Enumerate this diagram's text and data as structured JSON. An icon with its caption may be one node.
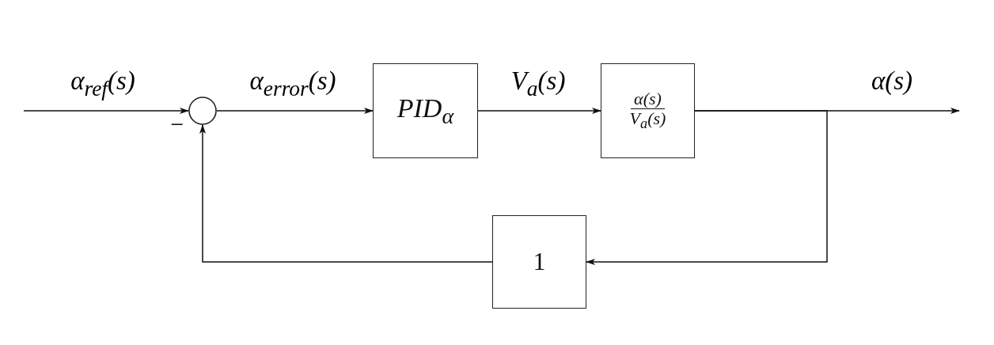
{
  "diagram": {
    "nodes": [
      {
        "text": [],
        "shape": "circle"
      },
      {
        "text": [
          "PID$_{α}$"
        ]
      },
      {
        "text": [
          "α(s)",
          "V$_{a}$(s)"
        ]
      },
      {
        "text": [
          "1"
        ]
      }
    ],
    "edges": [
      {
        "from": null,
        "to": 0,
        "arrow": "to",
        "label": "α$_{ref}$(s)"
      },
      {
        "from": 0,
        "to": 1,
        "arrow": "to",
        "label": "α$_{error}$(s)"
      },
      {
        "from": 1,
        "to": 2,
        "arrow": "to",
        "label": "V$_{a}$(s)"
      },
      {
        "from": 2,
        "to": null,
        "arrow": "to",
        "label": "α(s)"
      },
      {
        "from": 2,
        "to": 3,
        "arrow": "to"
      },
      {
        "from": 3,
        "to": 0,
        "arrow": "to"
      }
    ],
    "labels": [
      "−"
    ]
  }
}
